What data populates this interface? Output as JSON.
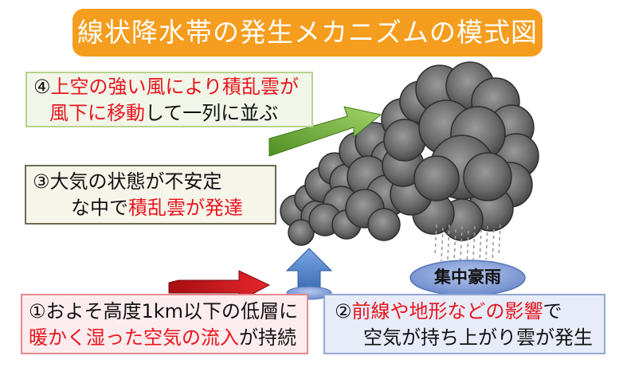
{
  "title": "線状降水帯の発生メカニズムの模式図",
  "step4": {
    "line1_num": "④",
    "line1_red": "上空の強い風により積乱雲が",
    "line2_red": "風下に移動",
    "line2_black": "して一列に並ぶ"
  },
  "step3": {
    "line1": "③大気の状態が不安定",
    "line2_black": "な中で",
    "line2_red": "積乱雲が発達"
  },
  "step1": {
    "line1": "①およそ高度1km以下の低層に",
    "line2_red": "暖かく湿った空気の流入",
    "line2_black": "が持続"
  },
  "step2": {
    "line1_num": "②",
    "line1_red": "前線や地形などの影響",
    "line1_black": "で",
    "line2": "空気が持ち上がり雲が発生"
  },
  "rain_label": "集中豪雨",
  "colors": {
    "title_bg": "#f59d1e",
    "red_text": "#e8141c",
    "cloud": "#6b6b6b",
    "arrow_red": "#d3141b",
    "arrow_green": "#6fb23a",
    "arrow_blue": "#5b86c5",
    "ellipse": "#7f9bd3"
  }
}
